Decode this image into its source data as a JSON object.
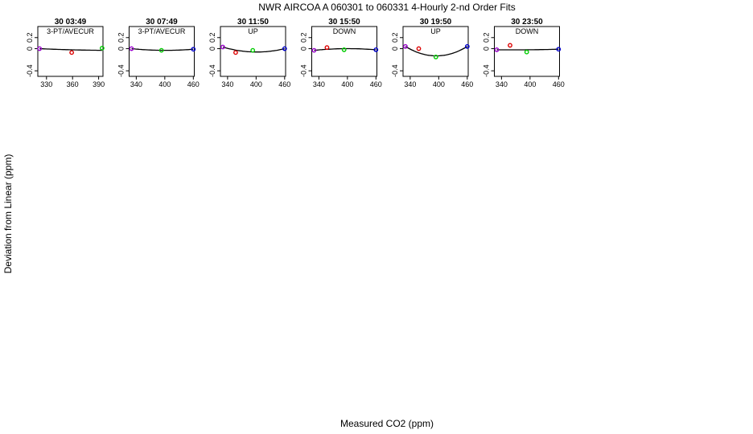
{
  "title": "NWR   AIRCOA A   060301 to 060331   4-Hourly 2-nd Order Fits",
  "xlabel": "Measured CO2 (ppm)",
  "ylabel": "Deviation from Linear (ppm)",
  "colors": {
    "axis": "#000000",
    "fit": "#000000",
    "purple": "#9900cc",
    "red": "#dd0000",
    "green": "#00cc00",
    "blue": "#0000cc"
  },
  "chart_data": [
    {
      "type": "scatter",
      "title": "30 03:49",
      "subtitle": "3-PT/AVECUR",
      "xlim": [
        320,
        395
      ],
      "ylim": [
        -0.5,
        0.4
      ],
      "xticks": [
        "330",
        "360",
        "390"
      ],
      "yticks": [
        "-0.4",
        "0",
        "0.2"
      ],
      "points": [
        {
          "x": 322,
          "y": 0.0,
          "color": "purple"
        },
        {
          "x": 359,
          "y": -0.07,
          "color": "red"
        },
        {
          "x": 394,
          "y": 0.01,
          "color": "green"
        }
      ],
      "fit": [
        0.0,
        -0.02,
        -0.03
      ]
    },
    {
      "type": "scatter",
      "title": "30 07:49",
      "subtitle": "3-PT/AVECUR",
      "xlim": [
        325,
        462
      ],
      "ylim": [
        -0.5,
        0.4
      ],
      "xticks": [
        "340",
        "400",
        "460"
      ],
      "yticks": [
        "-0.4",
        "0",
        "0.2"
      ],
      "points": [
        {
          "x": 330,
          "y": 0.0,
          "color": "purple"
        },
        {
          "x": 393,
          "y": -0.03,
          "color": "green"
        },
        {
          "x": 460,
          "y": -0.01,
          "color": "blue"
        }
      ],
      "fit": [
        0.0,
        -0.03,
        -0.01
      ]
    },
    {
      "type": "scatter",
      "title": "30 11:50",
      "subtitle": "UP",
      "xlim": [
        325,
        462
      ],
      "ylim": [
        -0.5,
        0.4
      ],
      "xticks": [
        "340",
        "400",
        "460"
      ],
      "yticks": [
        "-0.4",
        "0",
        "0.2"
      ],
      "points": [
        {
          "x": 330,
          "y": 0.03,
          "color": "purple"
        },
        {
          "x": 357,
          "y": -0.07,
          "color": "red"
        },
        {
          "x": 393,
          "y": -0.03,
          "color": "green"
        },
        {
          "x": 460,
          "y": 0.0,
          "color": "blue"
        }
      ],
      "fit": [
        0.03,
        -0.06,
        0.0
      ]
    },
    {
      "type": "scatter",
      "title": "30 15:50",
      "subtitle": "DOWN",
      "xlim": [
        325,
        462
      ],
      "ylim": [
        -0.5,
        0.4
      ],
      "xticks": [
        "340",
        "400",
        "460"
      ],
      "yticks": [
        "-0.4",
        "0",
        "0.2"
      ],
      "points": [
        {
          "x": 330,
          "y": -0.03,
          "color": "purple"
        },
        {
          "x": 357,
          "y": 0.02,
          "color": "red"
        },
        {
          "x": 393,
          "y": -0.02,
          "color": "green"
        },
        {
          "x": 460,
          "y": -0.02,
          "color": "blue"
        }
      ],
      "fit": [
        -0.03,
        0.0,
        -0.02
      ]
    },
    {
      "type": "scatter",
      "title": "30 19:50",
      "subtitle": "UP",
      "xlim": [
        325,
        462
      ],
      "ylim": [
        -0.5,
        0.4
      ],
      "xticks": [
        "340",
        "400",
        "460"
      ],
      "yticks": [
        "-0.4",
        "0",
        "0.2"
      ],
      "points": [
        {
          "x": 330,
          "y": 0.04,
          "color": "purple"
        },
        {
          "x": 358,
          "y": 0.0,
          "color": "red"
        },
        {
          "x": 394,
          "y": -0.15,
          "color": "green"
        },
        {
          "x": 460,
          "y": 0.04,
          "color": "blue"
        }
      ],
      "fit": [
        0.04,
        -0.13,
        0.04
      ]
    },
    {
      "type": "scatter",
      "title": "30 23:50",
      "subtitle": "DOWN",
      "xlim": [
        325,
        462
      ],
      "ylim": [
        -0.5,
        0.4
      ],
      "xticks": [
        "340",
        "400",
        "460"
      ],
      "yticks": [
        "-0.4",
        "0",
        "0.2"
      ],
      "points": [
        {
          "x": 330,
          "y": -0.02,
          "color": "purple"
        },
        {
          "x": 358,
          "y": 0.06,
          "color": "red"
        },
        {
          "x": 393,
          "y": -0.06,
          "color": "green"
        },
        {
          "x": 460,
          "y": -0.01,
          "color": "blue"
        }
      ],
      "fit": [
        -0.02,
        -0.02,
        -0.01
      ]
    }
  ]
}
